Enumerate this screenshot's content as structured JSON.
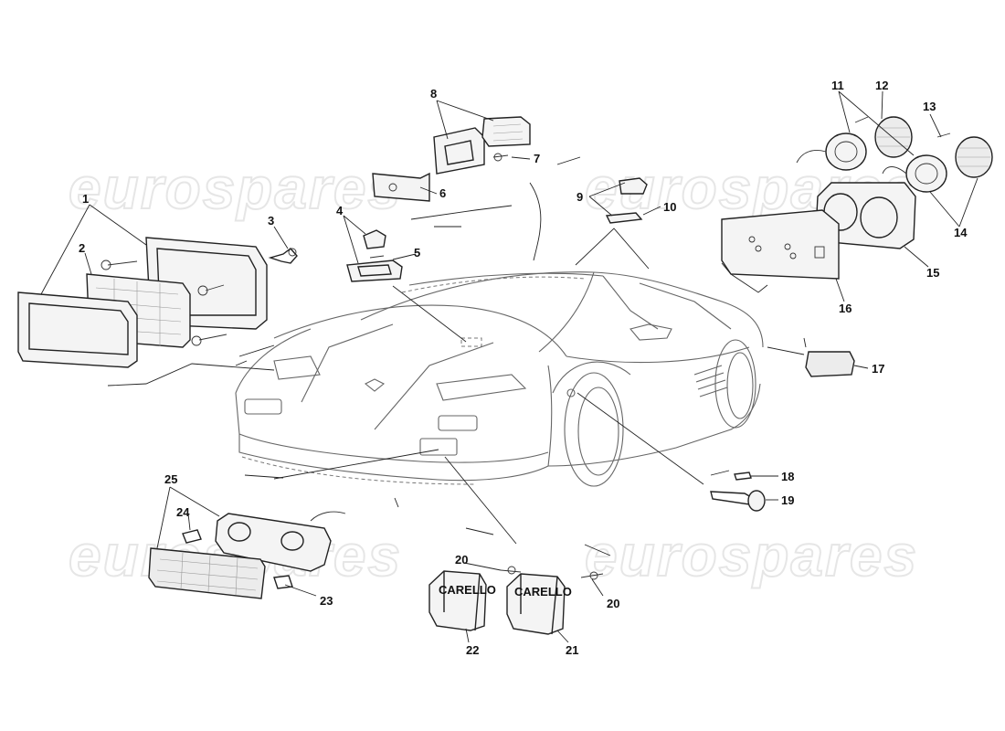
{
  "watermark": {
    "text": "eurospares"
  },
  "callouts": [
    {
      "id": "1",
      "text": "1"
    },
    {
      "id": "2",
      "text": "2"
    },
    {
      "id": "3",
      "text": "3"
    },
    {
      "id": "4",
      "text": "4"
    },
    {
      "id": "5",
      "text": "5"
    },
    {
      "id": "6",
      "text": "6"
    },
    {
      "id": "7",
      "text": "7"
    },
    {
      "id": "8",
      "text": "8"
    },
    {
      "id": "9",
      "text": "9"
    },
    {
      "id": "10",
      "text": "10"
    },
    {
      "id": "11",
      "text": "11"
    },
    {
      "id": "12",
      "text": "12"
    },
    {
      "id": "13",
      "text": "13"
    },
    {
      "id": "14",
      "text": "14"
    },
    {
      "id": "15",
      "text": "15"
    },
    {
      "id": "16",
      "text": "16"
    },
    {
      "id": "17",
      "text": "17"
    },
    {
      "id": "18",
      "text": "18"
    },
    {
      "id": "19",
      "text": "19"
    },
    {
      "id": "20a",
      "text": "20"
    },
    {
      "id": "20b",
      "text": "20"
    },
    {
      "id": "21",
      "text": "21"
    },
    {
      "id": "22",
      "text": "22"
    },
    {
      "id": "23",
      "text": "23"
    },
    {
      "id": "24",
      "text": "24"
    },
    {
      "id": "25",
      "text": "25"
    }
  ],
  "lamp_housing_text": "CARELLO"
}
